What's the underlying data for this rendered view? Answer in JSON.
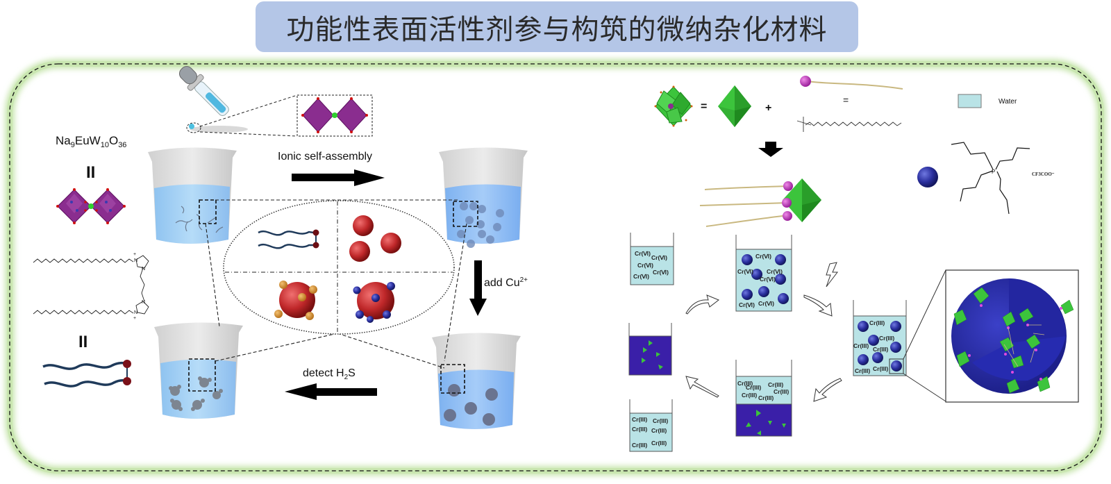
{
  "title": "功能性表面活性剂参与构筑的微纳杂化材料",
  "left_panel": {
    "formula": {
      "base": "Na",
      "s1": "9",
      "mid": "EuW",
      "s2": "10",
      "mid2": "O",
      "s3": "36"
    },
    "equals_sign": "II",
    "equals_sign_2": "II",
    "step_ionic": "Ionic self-assembly",
    "step_cu": {
      "text": "add Cu",
      "sup": "2+"
    },
    "step_h2s": {
      "text": "detect H",
      "sub": "2",
      "tail": "S"
    }
  },
  "right_panel": {
    "eq1": "=",
    "plus": "+",
    "eq2": "=",
    "legend_water": "Water",
    "counter_ion": "CF3COO⁻",
    "beaker_cr6": [
      "Cr(Ⅵ)",
      "Cr(Ⅵ)",
      "Cr(Ⅵ)",
      "Cr(Ⅵ)",
      "Cr(Ⅵ)"
    ],
    "beaker_cr6_spheres": [
      "Cr(Ⅵ)",
      "Cr(Ⅵ)",
      "Cr(Ⅵ)",
      "Cr(Ⅵ)",
      "Cr(Ⅵ)",
      "Cr(Ⅵ)",
      "Cr(Ⅵ)"
    ],
    "beaker_cr3_spheres": [
      "Cr(III)",
      "Cr(III)",
      "Cr(III)",
      "Cr(III)",
      "Cr(III)",
      "Cr(III)",
      "Cr(III)"
    ],
    "beaker_cr3_separated": [
      "Cr(III)",
      "Cr(III)",
      "Cr(III)",
      "Cr(III)",
      "Cr(III)",
      "Cr(III)"
    ],
    "beaker_cr3_final": [
      "Cr(III)",
      "Cr(III)",
      "Cr(III)",
      "Cr(III)",
      "Cr(III)",
      "Cr(III)"
    ]
  },
  "colors": {
    "title_bg": "#b4c6e7",
    "frame_glow": "#c9e6b0",
    "water": "#b9e3e6",
    "ionic_liquid": "#3a1fa8",
    "sphere_blue": "#2a2f9e",
    "polyoxometalate_green": "#3cc43c",
    "eu_cluster_purple": "#8a2d8f",
    "red_sphere": "#c0282a"
  }
}
